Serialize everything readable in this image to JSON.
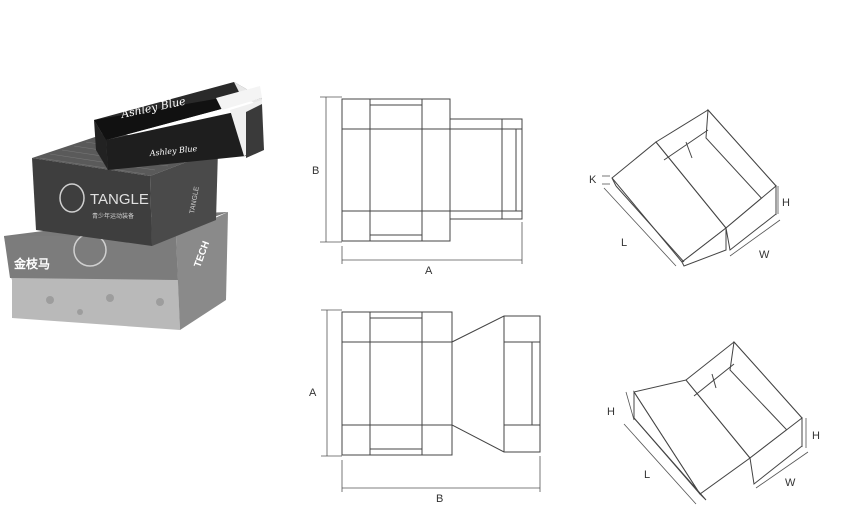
{
  "photo": {
    "top_box_text": "Ashley Blue",
    "top_box_side_text": "Ashley Blue",
    "mid_box_brand": "TANGLE",
    "mid_box_sub": "青少年运动装备",
    "mid_box_side": "TANGLE",
    "bottom_box_text": "金枝马",
    "bottom_box_side": "TECH"
  },
  "labels": {
    "top_flat_height": "B",
    "top_flat_width": "A",
    "bottom_flat_height": "A",
    "bottom_flat_width": "B",
    "top_iso_k": "K",
    "top_iso_l": "L",
    "top_iso_h": "H",
    "top_iso_w": "W",
    "bottom_iso_h_left": "H",
    "bottom_iso_h_right": "H",
    "bottom_iso_l": "L",
    "bottom_iso_w": "W"
  }
}
